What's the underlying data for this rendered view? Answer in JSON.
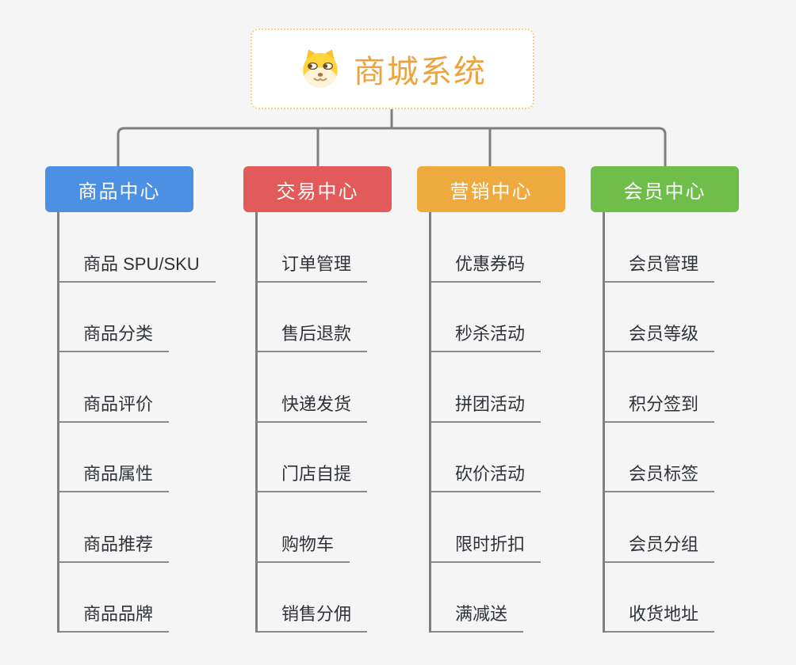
{
  "root": {
    "title": "商城系统",
    "icon": "dog-face-icon"
  },
  "branches": [
    {
      "label": "商品中心",
      "color": "#4B90E2",
      "children": [
        "商品 SPU/SKU",
        "商品分类",
        "商品评价",
        "商品属性",
        "商品推荐",
        "商品品牌"
      ]
    },
    {
      "label": "交易中心",
      "color": "#E35A5A",
      "children": [
        "订单管理",
        "售后退款",
        "快递发货",
        "门店自提",
        "购物车",
        "销售分佣"
      ]
    },
    {
      "label": "营销中心",
      "color": "#EEAA3E",
      "children": [
        "优惠券码",
        "秒杀活动",
        "拼团活动",
        "砍价活动",
        "限时折扣",
        "满减送"
      ]
    },
    {
      "label": "会员中心",
      "color": "#6FBE49",
      "children": [
        "会员管理",
        "会员等级",
        "积分签到",
        "会员标签",
        "会员分组",
        "收货地址"
      ]
    }
  ],
  "colors": {
    "background": "#f5f5f6",
    "connector": "#7f7f7f",
    "underline": "#8a8a8a",
    "root_accent": "#ECA440",
    "root_border": "#F8CD86",
    "child_text": "#2f3338",
    "node_text": "#ffffff"
  }
}
